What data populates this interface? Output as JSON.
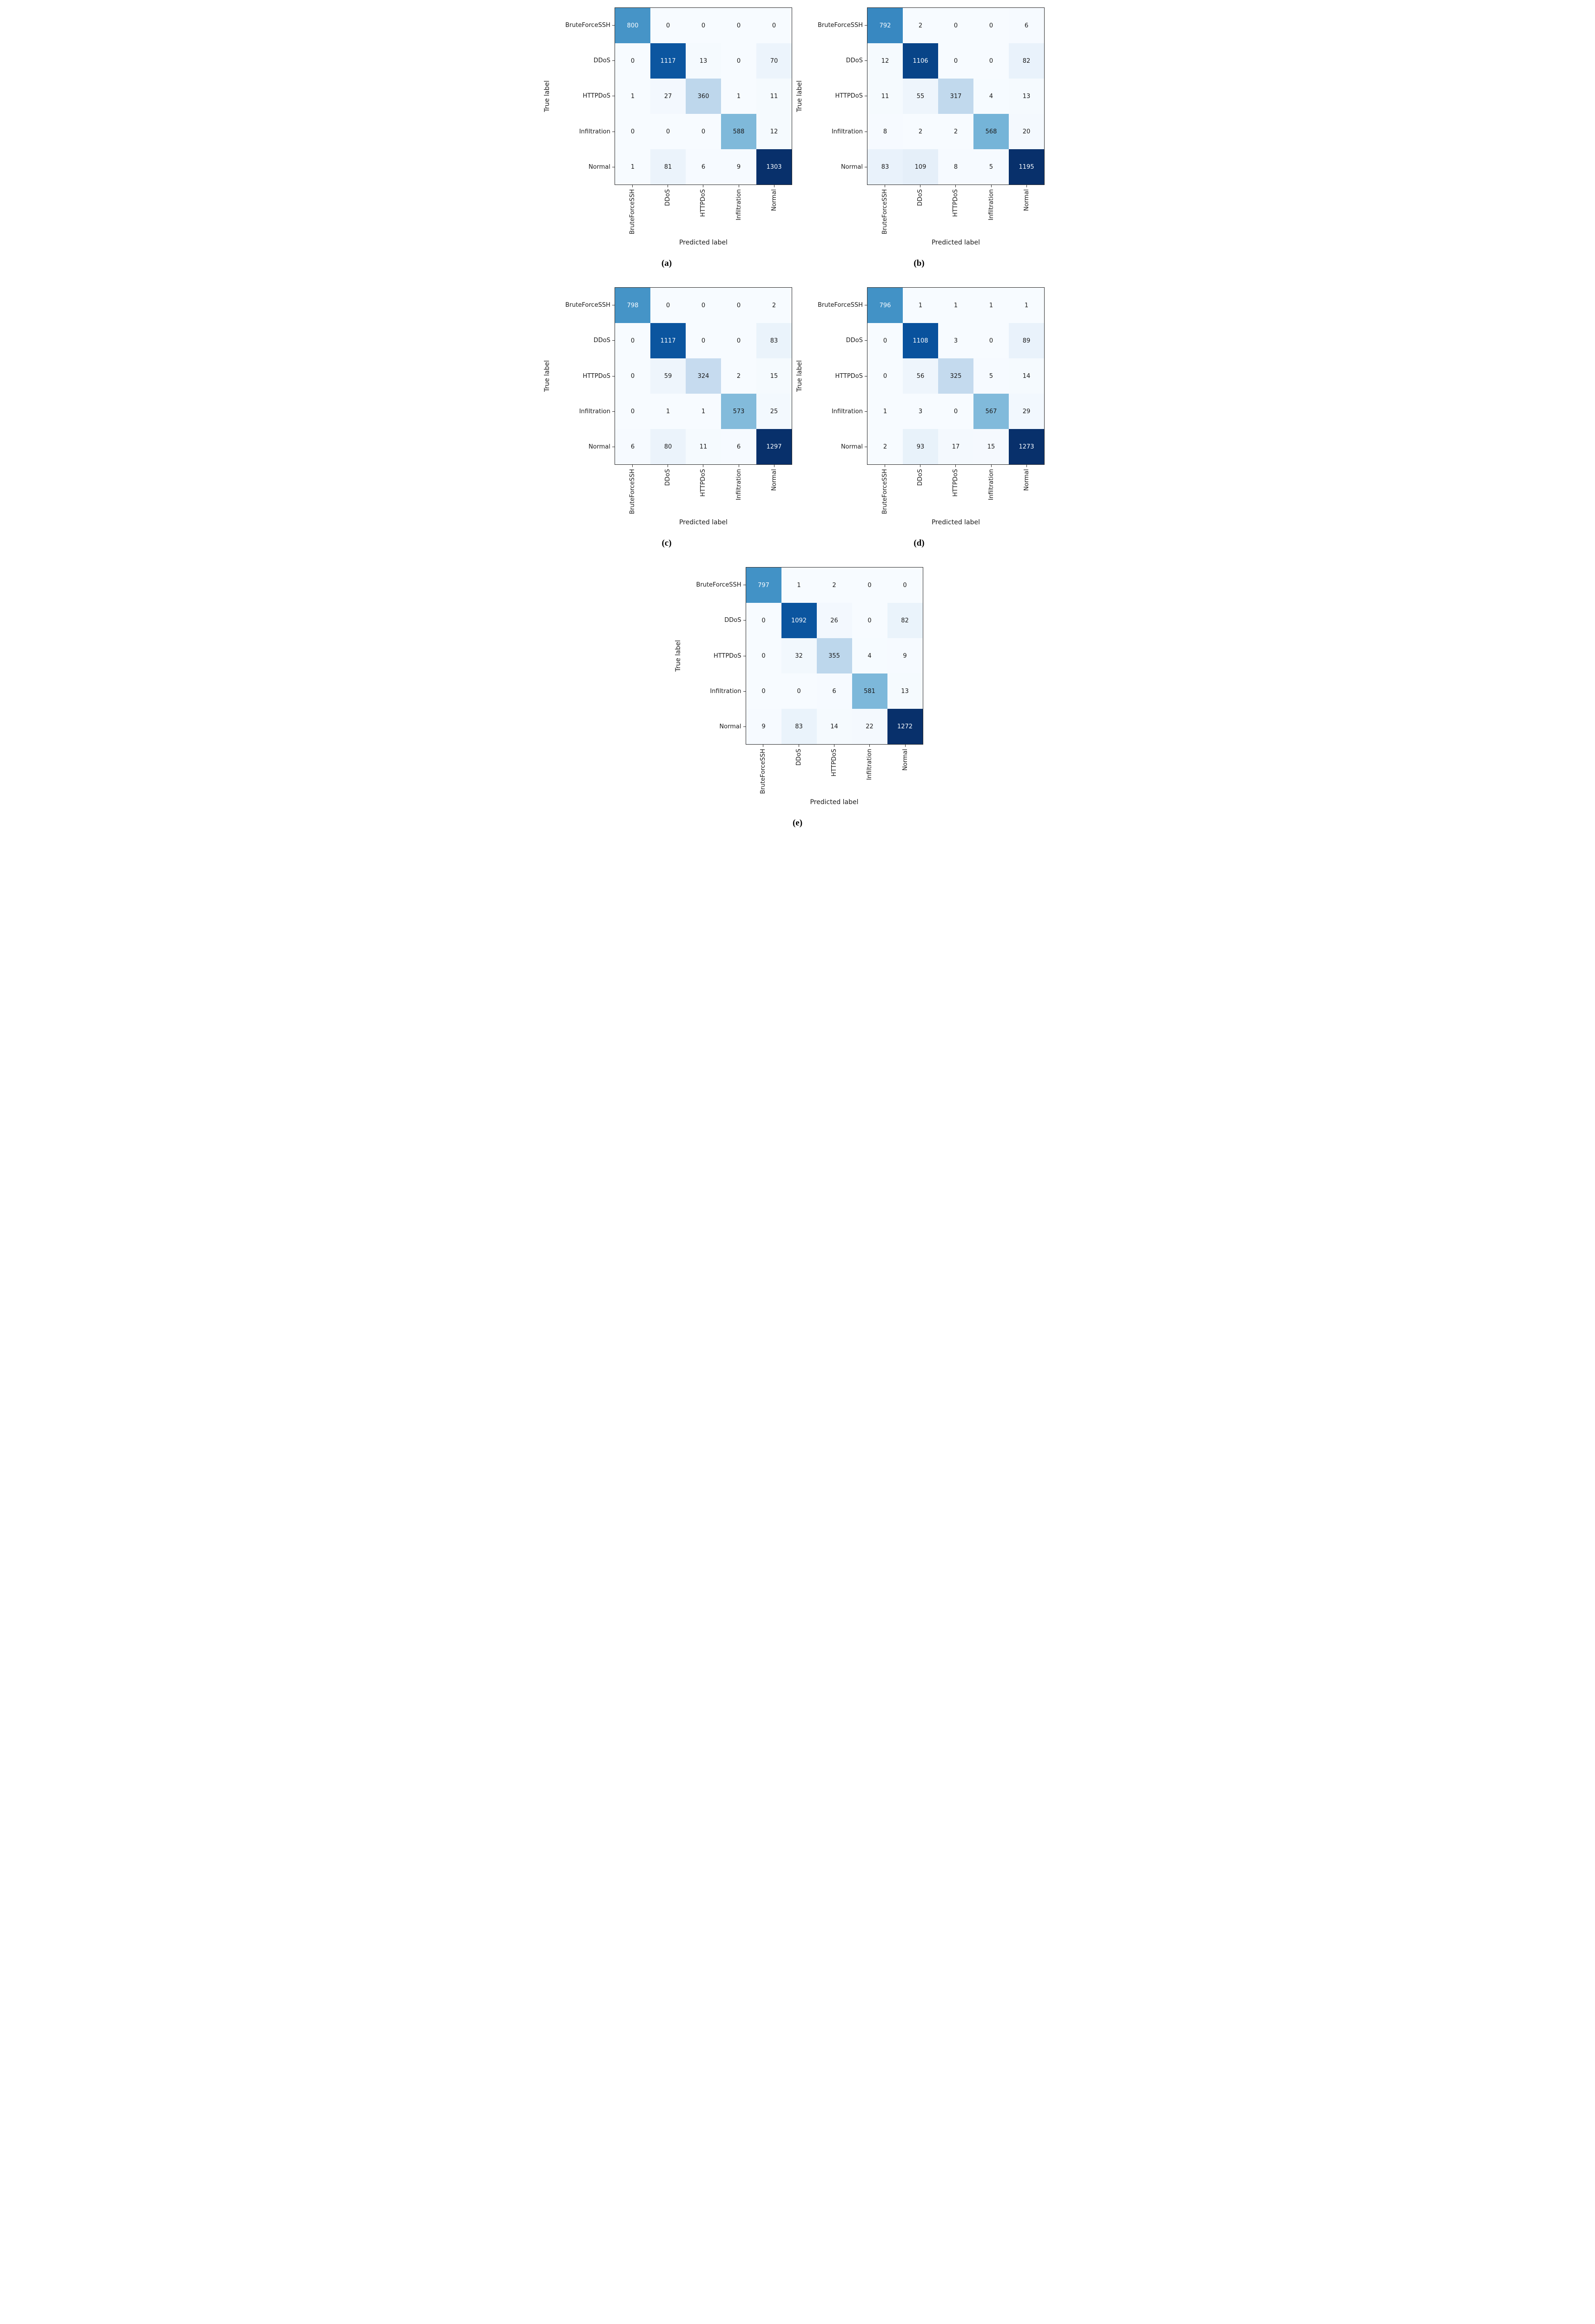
{
  "page": {
    "background": "#ffffff"
  },
  "figure": {
    "ylabel": "True label",
    "xlabel": "Predicted label",
    "classes": [
      "BruteForceSSH",
      "DDoS",
      "HTTPDoS",
      "Infiltration",
      "Normal"
    ],
    "colormap_name": "Blues",
    "colormap_stops": [
      "#f7fbff",
      "#deebf7",
      "#c6dbef",
      "#9ecae1",
      "#6baed6",
      "#4292c6",
      "#2171b5",
      "#08519c",
      "#08306b"
    ],
    "cell_text_dark": "#1a1a1a",
    "cell_text_light": "#f7fbff",
    "axis_line_color": "#2b2b2b"
  },
  "chart_data": [
    {
      "id": "a",
      "caption": "(a)",
      "type": "heatmap",
      "title": "",
      "xlabel": "Predicted label",
      "ylabel": "True label",
      "categories": [
        "BruteForceSSH",
        "DDoS",
        "HTTPDoS",
        "Infiltration",
        "Normal"
      ],
      "matrix": [
        [
          800,
          0,
          0,
          0,
          0
        ],
        [
          0,
          1117,
          13,
          0,
          70
        ],
        [
          1,
          27,
          360,
          1,
          11
        ],
        [
          0,
          0,
          0,
          588,
          12
        ],
        [
          1,
          81,
          6,
          9,
          1303
        ]
      ],
      "vmin": 0,
      "vmax": 1303
    },
    {
      "id": "b",
      "caption": "(b)",
      "type": "heatmap",
      "title": "",
      "xlabel": "Predicted label",
      "ylabel": "True label",
      "categories": [
        "BruteForceSSH",
        "DDoS",
        "HTTPDoS",
        "Infiltration",
        "Normal"
      ],
      "matrix": [
        [
          792,
          2,
          0,
          0,
          6
        ],
        [
          12,
          1106,
          0,
          0,
          82
        ],
        [
          11,
          55,
          317,
          4,
          13
        ],
        [
          8,
          2,
          2,
          568,
          20
        ],
        [
          83,
          109,
          8,
          5,
          1195
        ]
      ],
      "vmin": 0,
      "vmax": 1195
    },
    {
      "id": "c",
      "caption": "(c)",
      "type": "heatmap",
      "title": "",
      "xlabel": "Predicted label",
      "ylabel": "True label",
      "categories": [
        "BruteForceSSH",
        "DDoS",
        "HTTPDoS",
        "Infiltration",
        "Normal"
      ],
      "matrix": [
        [
          798,
          0,
          0,
          0,
          2
        ],
        [
          0,
          1117,
          0,
          0,
          83
        ],
        [
          0,
          59,
          324,
          2,
          15
        ],
        [
          0,
          1,
          1,
          573,
          25
        ],
        [
          6,
          80,
          11,
          6,
          1297
        ]
      ],
      "vmin": 0,
      "vmax": 1297
    },
    {
      "id": "d",
      "caption": "(d)",
      "type": "heatmap",
      "title": "",
      "xlabel": "Predicted label",
      "ylabel": "True label",
      "categories": [
        "BruteForceSSH",
        "DDoS",
        "HTTPDoS",
        "Infiltration",
        "Normal"
      ],
      "matrix": [
        [
          796,
          1,
          1,
          1,
          1
        ],
        [
          0,
          1108,
          3,
          0,
          89
        ],
        [
          0,
          56,
          325,
          5,
          14
        ],
        [
          1,
          3,
          0,
          567,
          29
        ],
        [
          2,
          93,
          17,
          15,
          1273
        ]
      ],
      "vmin": 0,
      "vmax": 1273
    },
    {
      "id": "e",
      "caption": "(e)",
      "type": "heatmap",
      "title": "",
      "xlabel": "Predicted label",
      "ylabel": "True label",
      "categories": [
        "BruteForceSSH",
        "DDoS",
        "HTTPDoS",
        "Infiltration",
        "Normal"
      ],
      "matrix": [
        [
          797,
          1,
          2,
          0,
          0
        ],
        [
          0,
          1092,
          26,
          0,
          82
        ],
        [
          0,
          32,
          355,
          4,
          9
        ],
        [
          0,
          0,
          6,
          581,
          13
        ],
        [
          9,
          83,
          14,
          22,
          1272
        ]
      ],
      "vmin": 0,
      "vmax": 1272
    }
  ]
}
